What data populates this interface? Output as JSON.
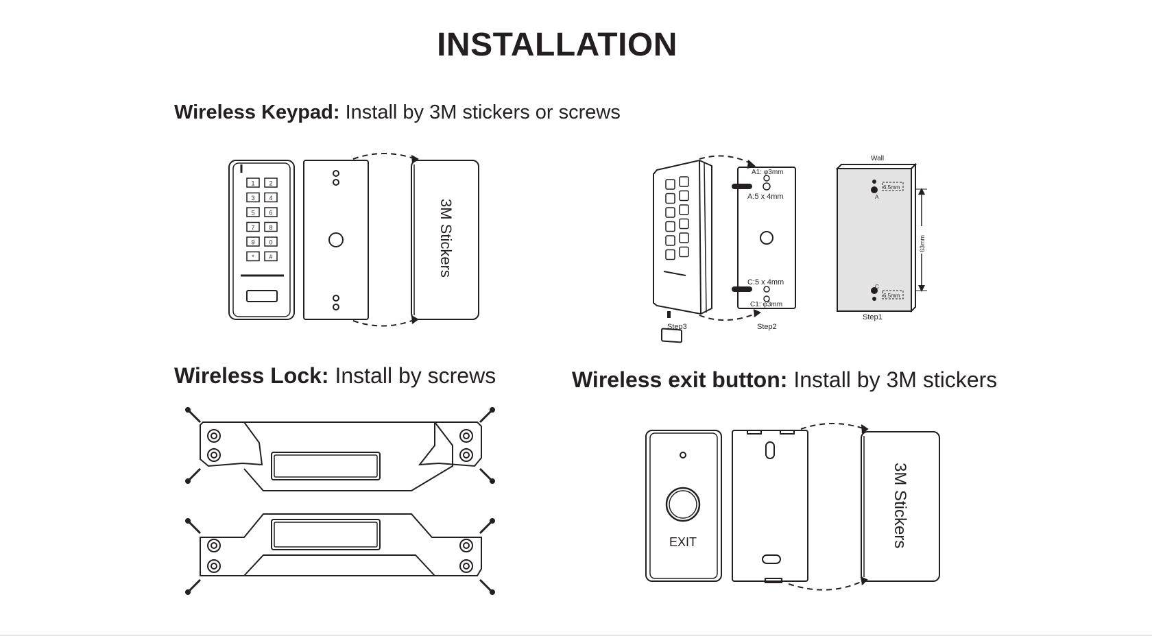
{
  "title": "INSTALLATION",
  "sections": {
    "keypad": {
      "name": "Wireless Keypad:",
      "method": " Install by 3M stickers or screws"
    },
    "lock": {
      "name": "Wireless Lock:",
      "method": " Install by screws"
    },
    "exit": {
      "name": "Wireless exit button:",
      "method": " Install by 3M stickers"
    }
  },
  "labels": {
    "stickers": "3M Stickers",
    "exit": "EXIT",
    "wall": "Wall",
    "a1": "A1: φ3mm",
    "a": "A:5 x 4mm",
    "c": "C:5 x 4mm",
    "c1": "C1: φ3mm",
    "step1": "Step1",
    "step2": "Step2",
    "step3": "Step3",
    "dim_63": "63mm",
    "label_a": "A",
    "label_c": "C",
    "dim_small_top": "6.5mm",
    "dim_small_bottom": "6.5mm"
  },
  "keys": [
    "1",
    "2",
    "3",
    "4",
    "5",
    "6",
    "7",
    "8",
    "9",
    "0",
    "*",
    "#"
  ]
}
